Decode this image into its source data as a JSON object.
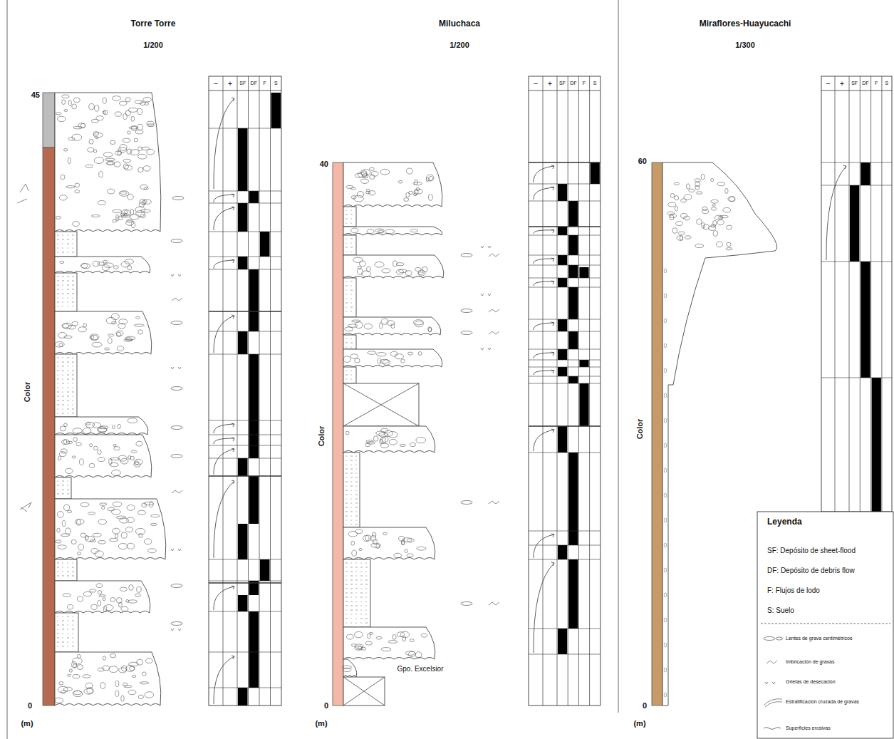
{
  "diagram": {
    "labels": [
      "Torre Torre",
      "1/200",
      "Miluchaca",
      "1/200",
      "Miraflores-Huayucachi",
      "1/300",
      "45",
      "0",
      "(m)",
      "Color",
      "40",
      "0",
      "(m)",
      "Color",
      "60",
      "0",
      "(m)",
      "Color",
      "Gpo. Excelsior",
      "Leyenda",
      "−",
      "+",
      "SF",
      "DF",
      "F",
      "S",
      "−",
      "+",
      "SF",
      "DF",
      "F",
      "S",
      "−",
      "+",
      "SF",
      "DF",
      "F",
      "S"
    ],
    "legend": [
      {
        "text": "SF: Depósito de sheet-flood"
      },
      {
        "text": "DF: Depósito de debris flow"
      },
      {
        "text": "F: Flujos de lodo"
      },
      {
        "text": "S: Suelo"
      },
      {
        "text": "Lentes de grava centimétricos"
      },
      {
        "text": "Imbricación de gravas"
      },
      {
        "text": "Grietas de desecación"
      },
      {
        "text": "Estratificación cruzada de gravas"
      },
      {
        "text": "Superficies erosivas"
      }
    ]
  }
}
